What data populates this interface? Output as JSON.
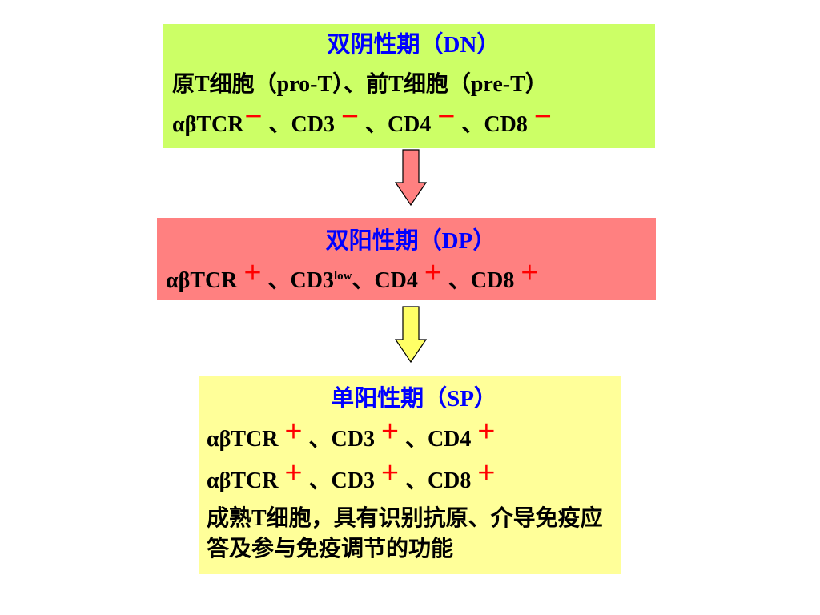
{
  "stage_dn": {
    "title": "双阴性期（DN）",
    "line1": "原T细胞（pro-T）、前T细胞（pre-T）",
    "line2": {
      "abtcr": "αβTCR",
      "abtcr_sign": "－",
      "sep1": " 、CD3 ",
      "cd3_sign": "－",
      "sep2": " 、CD4 ",
      "cd4_sign": "－",
      "sep3": " 、CD8 ",
      "cd8_sign": "－"
    },
    "color": "#ccff66"
  },
  "stage_dp": {
    "title": "双阳性期（DP）",
    "line1": {
      "abtcr": "αβTCR ",
      "abtcr_sign": "＋",
      "sep1": " 、CD3",
      "cd3_sup": "low",
      "sep2": "、CD4 ",
      "cd4_sign": "＋",
      "sep3": " 、CD8 ",
      "cd8_sign": "＋"
    },
    "color": "#ff8080"
  },
  "stage_sp": {
    "title": "单阳性期（SP）",
    "line1": {
      "abtcr": "αβTCR ",
      "abtcr_sign": "＋",
      "sep1": " 、CD3 ",
      "cd3_sign": "＋",
      "sep2": " 、CD4 ",
      "cd4_sign": "＋"
    },
    "line2": {
      "abtcr": "αβTCR ",
      "abtcr_sign": "＋",
      "sep1": " 、CD3 ",
      "cd3_sign": "＋",
      "sep2": " 、CD8 ",
      "cd8_sign": "＋"
    },
    "description": "成熟T细胞，具有识别抗原、介导免疫应答及参与免疫调节的功能",
    "color": "#ffff99"
  },
  "arrows": [
    {
      "from": "DN",
      "to": "DP",
      "color": "#ff8080"
    },
    {
      "from": "DP",
      "to": "SP",
      "color": "#ffff66"
    }
  ]
}
